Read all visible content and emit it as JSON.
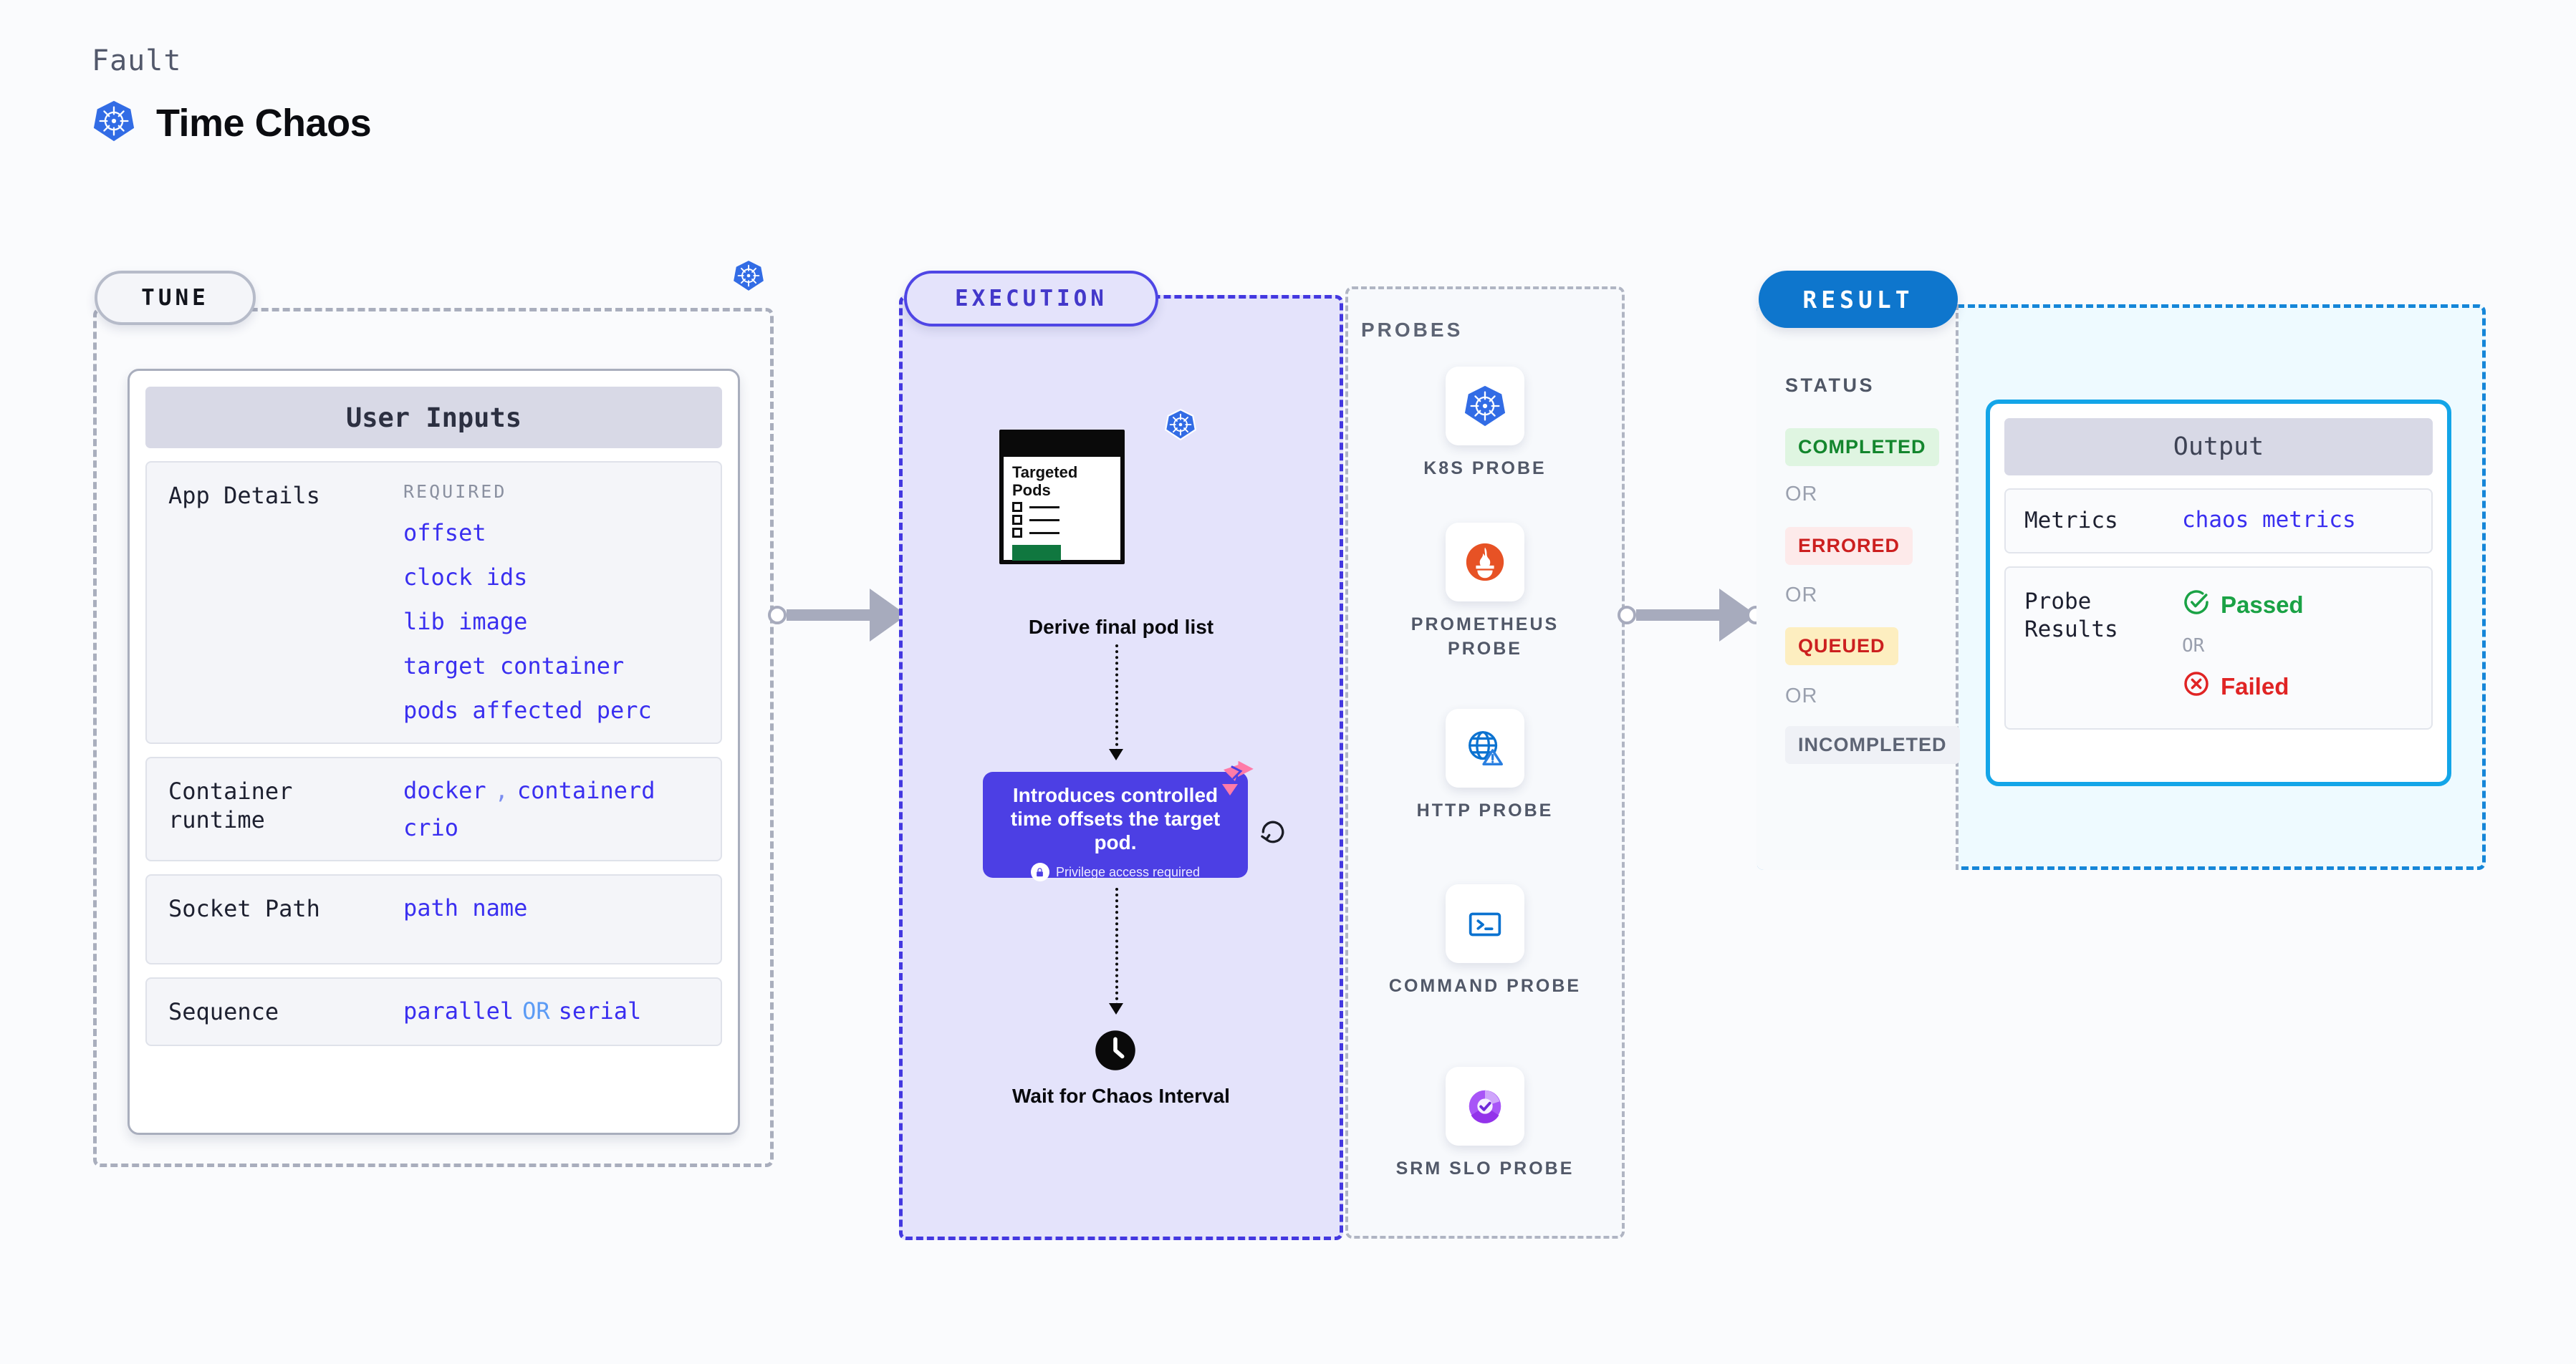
{
  "header": {
    "eyebrow": "Fault",
    "title": "Time Chaos",
    "icon": "kubernetes-icon"
  },
  "sections": {
    "tune": {
      "label": "TUNE",
      "badge_icon": "kubernetes-icon"
    },
    "execution": {
      "label": "EXECUTION"
    },
    "probes": {
      "label": "PROBES"
    },
    "result": {
      "label": "RESULT"
    },
    "status": {
      "label": "STATUS"
    }
  },
  "user_inputs": {
    "title": "User Inputs",
    "rows": [
      {
        "label": "App Details",
        "required_label": "REQUIRED",
        "values": [
          "offset",
          "clock ids",
          "lib image",
          "target container",
          "pods affected perc"
        ]
      },
      {
        "label": "Container runtime",
        "values": [
          "docker",
          "containerd",
          "crio"
        ],
        "separator": ","
      },
      {
        "label": "Socket Path",
        "values": [
          "path name"
        ]
      },
      {
        "label": "Sequence",
        "values": [
          "parallel",
          "serial"
        ],
        "joiner": "OR"
      }
    ]
  },
  "execution": {
    "pods_card": {
      "title": "Targeted Pods",
      "icon": "kubernetes-icon",
      "checkbox_rows": 3
    },
    "derive_caption": "Derive final pod list",
    "info_box": {
      "text": "Introduces controlled time offsets the target pod.",
      "privilege_note": "Privilege access required",
      "privilege_icon": "lock-icon",
      "corner_icon": "harness-chaos-icon",
      "retry_icon": "retry-icon"
    },
    "wait_caption": "Wait for Chaos Interval",
    "wait_icon": "clock-icon"
  },
  "probes": [
    {
      "label": "K8S PROBE",
      "icon": "kubernetes-icon"
    },
    {
      "label": "PROMETHEUS PROBE",
      "icon": "prometheus-icon"
    },
    {
      "label": "HTTP PROBE",
      "icon": "globe-warning-icon"
    },
    {
      "label": "COMMAND PROBE",
      "icon": "terminal-icon"
    },
    {
      "label": "SRM SLO PROBE",
      "icon": "slo-donut-check-icon"
    }
  ],
  "status_badges": [
    {
      "label": "COMPLETED",
      "bg": "#dff5e1",
      "fg": "#13862d"
    },
    {
      "label": "OR",
      "type": "or"
    },
    {
      "label": "ERRORED",
      "bg": "#fdeaea",
      "fg": "#cc1f1f"
    },
    {
      "label": "OR",
      "type": "or"
    },
    {
      "label": "QUEUED",
      "bg": "#fdeec0",
      "fg": "#cc1f1f"
    },
    {
      "label": "OR",
      "type": "or"
    },
    {
      "label": "INCOMPLETED",
      "bg": "#eff1f6",
      "fg": "#5d6474"
    }
  ],
  "output": {
    "title": "Output",
    "rows": [
      {
        "label": "Metrics",
        "value": "chaos metrics"
      }
    ],
    "probe_results": {
      "label": "Probe Results",
      "passed": "Passed",
      "or": "OR",
      "failed": "Failed",
      "passed_icon": "check-circle-icon",
      "failed_icon": "x-circle-icon"
    }
  },
  "colors": {
    "k8s_blue": "#326ce5",
    "indigo": "#4c3fe4",
    "value_blue": "#3a2ff0",
    "result_blue": "#0e76cd",
    "output_border": "#13a5e8",
    "pink": "#ff7ba8"
  }
}
